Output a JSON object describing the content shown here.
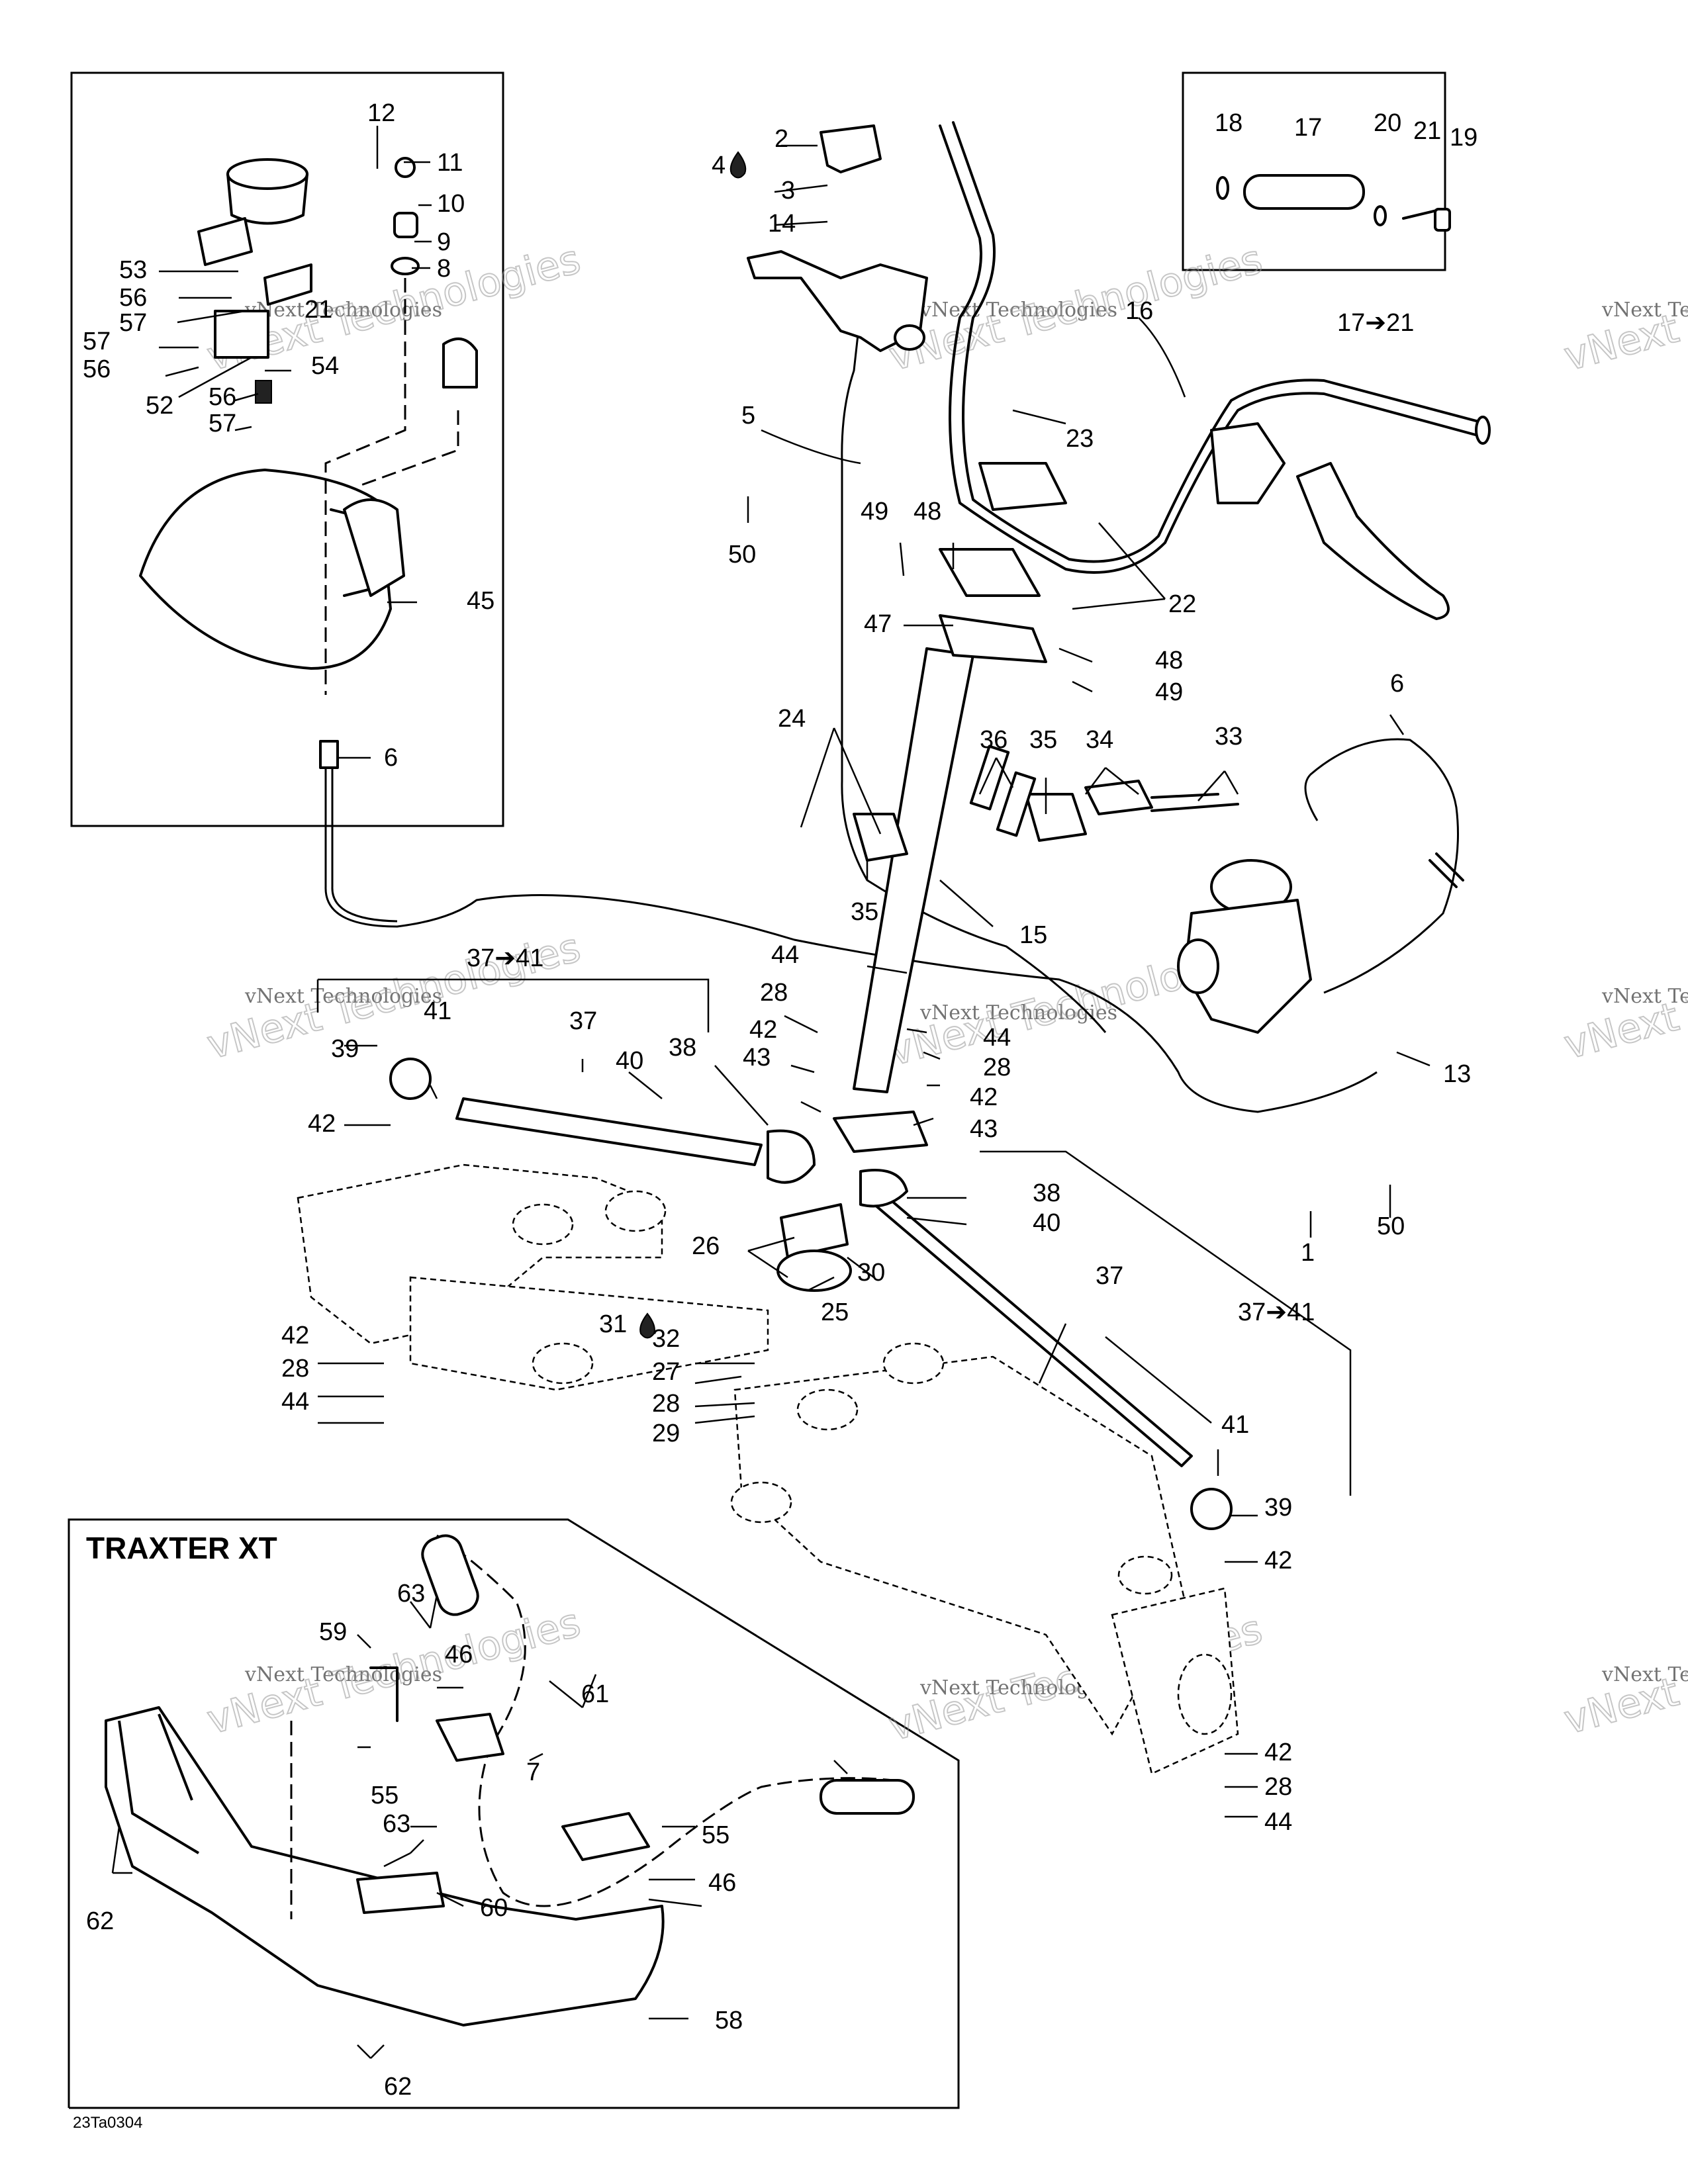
{
  "diagram": {
    "inset_title": "TRAXTER XT",
    "figure_code": "23Ta0304",
    "watermark": {
      "line1": "vNext Technologies",
      "line2": "vNext Technologies"
    },
    "grease_symbol": "oil-drop-icon",
    "labels": {
      "n1": "1",
      "n2": "2",
      "n3": "3",
      "n4": "4",
      "n5": "5",
      "n6a": "6",
      "n6b": "6",
      "n7": "7",
      "n8": "8",
      "n9": "9",
      "n10": "10",
      "n11": "11",
      "n12": "12",
      "n13": "13",
      "n14": "14",
      "n15": "15",
      "n16": "16",
      "n17": "17",
      "n17_21a": "17➔21",
      "n18": "18",
      "n19": "19",
      "n20": "20",
      "n21a": "21",
      "n21b": "21",
      "n22": "22",
      "n23": "23",
      "n24": "24",
      "n25": "25",
      "n26": "26",
      "n27": "27",
      "n28a": "28",
      "n28b": "28",
      "n28c": "28",
      "n28d": "28",
      "n28e": "28",
      "n29": "29",
      "n30": "30",
      "n31": "31",
      "n32": "32",
      "n33": "33",
      "n34": "34",
      "n35a": "35",
      "n35b": "35",
      "n36": "36",
      "n37a": "37",
      "n37b": "37",
      "n37_41a": "37➔41",
      "n37_41b": "37➔41",
      "n38a": "38",
      "n38b": "38",
      "n39a": "39",
      "n39b": "39",
      "n40a": "40",
      "n40b": "40",
      "n41a": "41",
      "n41b": "41",
      "n42a": "42",
      "n42b": "42",
      "n42c": "42",
      "n42d": "42",
      "n42e": "42",
      "n42f": "42",
      "n43a": "43",
      "n43b": "43",
      "n44a": "44",
      "n44b": "44",
      "n44c": "44",
      "n44d": "44",
      "n45": "45",
      "n46a": "46",
      "n46b": "46",
      "n47": "47",
      "n48a": "48",
      "n48b": "48",
      "n49a": "49",
      "n49b": "49",
      "n50a": "50",
      "n50b": "50",
      "n52": "52",
      "n53": "53",
      "n54": "54",
      "n55a": "55",
      "n55b": "55",
      "n56a": "56",
      "n56b": "56",
      "n56c": "56",
      "n57a": "57",
      "n57b": "57",
      "n58": "58",
      "n59": "59",
      "n60": "60",
      "n61": "61",
      "n62a": "62",
      "n62b": "62",
      "n63a": "63",
      "n63b": "63"
    }
  }
}
